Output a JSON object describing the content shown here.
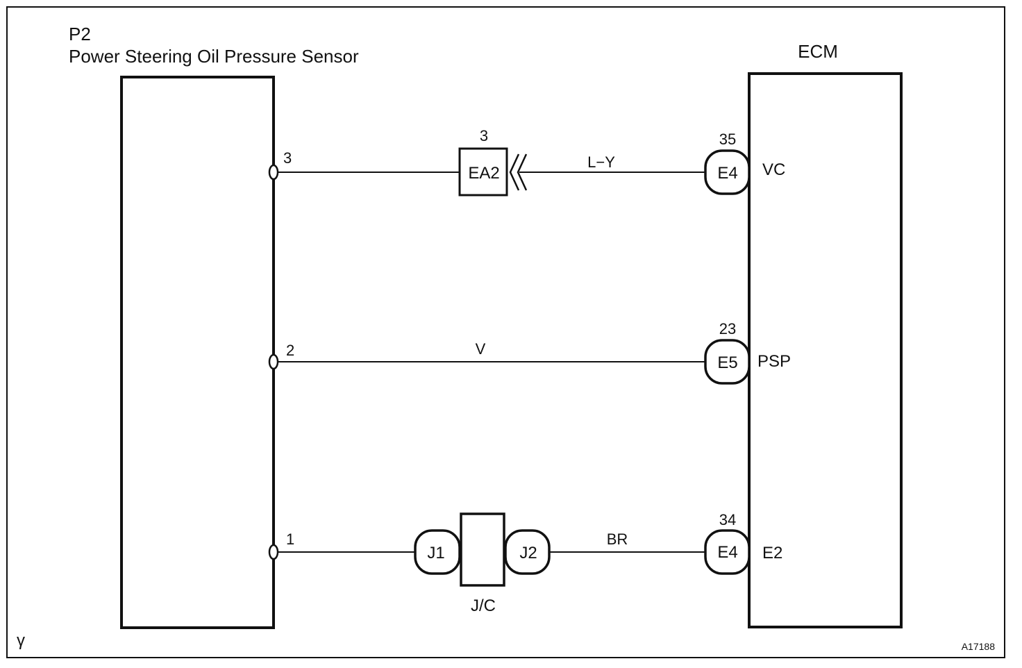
{
  "sensor": {
    "code": "P2",
    "name": "Power Steering Oil Pressure Sensor",
    "pins": {
      "pin3": "3",
      "pin2": "2",
      "pin1": "1"
    }
  },
  "ecm": {
    "title": "ECM",
    "terminals": {
      "vc": {
        "connector": "E4",
        "pin": "35",
        "signal": "VC"
      },
      "psp": {
        "connector": "E5",
        "pin": "23",
        "signal": "PSP"
      },
      "e2": {
        "connector": "E4",
        "pin": "34",
        "signal": "E2"
      }
    }
  },
  "wires": {
    "vc": "L−Y",
    "psp": "V",
    "e2": "BR"
  },
  "connector_ea2": {
    "code": "EA2",
    "pin": "3"
  },
  "junction": {
    "left": "J1",
    "right": "J2",
    "label": "J/C"
  },
  "corner_mark": "γ",
  "figure_id": "A17188"
}
